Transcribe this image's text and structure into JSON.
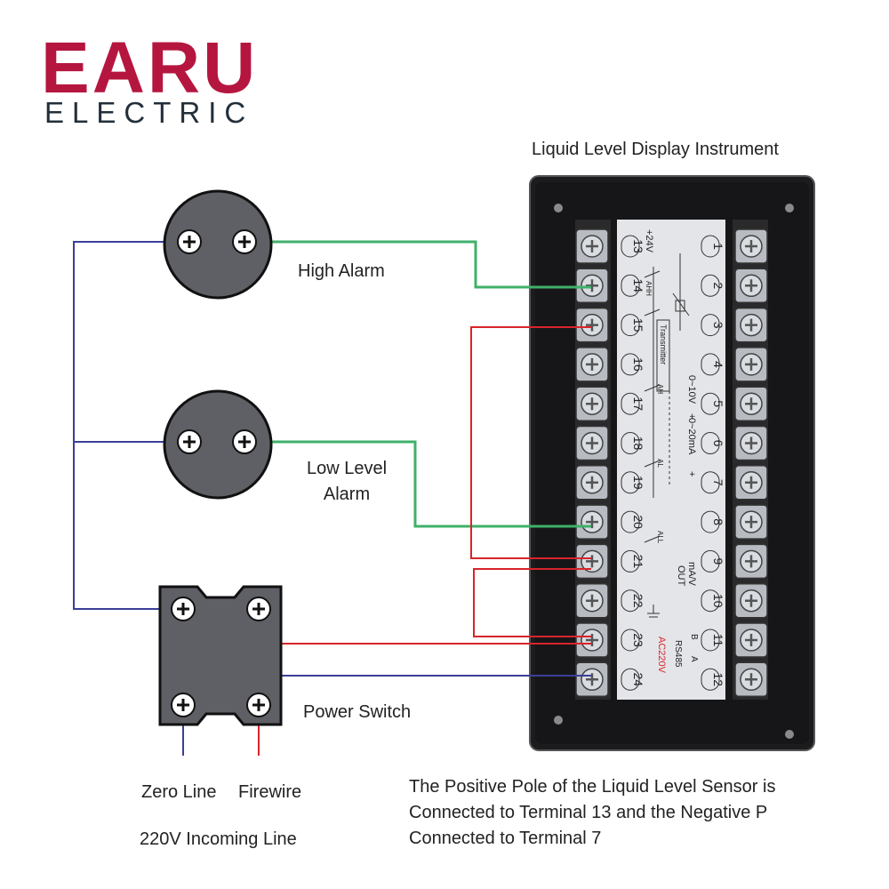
{
  "logo": {
    "brand": "EARU",
    "subtitle": "ELECTRIC"
  },
  "instrument": {
    "title": "Liquid Level Display Instrument",
    "left_terminals": [
      "13",
      "14",
      "15",
      "16",
      "17",
      "18",
      "19",
      "20",
      "21",
      "22",
      "23",
      "24"
    ],
    "right_terminals": [
      "1",
      "2",
      "3",
      "4",
      "5",
      "6",
      "7",
      "8",
      "9",
      "10",
      "11",
      "12"
    ],
    "panel_labels": {
      "plus_24v": "+24V",
      "ahh": "AHH",
      "transmitter": "Transmitter",
      "ah": "AH",
      "al": "AL",
      "all": "ALL",
      "v_0_10": "0~10V",
      "ma_0_20": "0~20mA",
      "plus_sign": "+",
      "ma_v": "mA/V",
      "out": "OUT",
      "ac220v": "AC220V",
      "rs485": "RS485",
      "b": "B",
      "a": "A"
    }
  },
  "labels": {
    "high_alarm": "High Alarm",
    "low_level_alarm_line1": "Low Level",
    "low_level_alarm_line2": "Alarm",
    "power_switch": "Power Switch",
    "zero_line": "Zero Line",
    "firewire": "Firewire",
    "incoming_line": "220V Incoming Line"
  },
  "note_lines": [
    "The Positive Pole of the Liquid Level Sensor is",
    "Connected to Terminal 13 and the Negative P",
    "Connected to Terminal 7"
  ],
  "colors": {
    "brand_red": "#b5163f",
    "wire_blue": "#3a3f98",
    "wire_green": "#3fb06a",
    "wire_red": "#d8242b"
  }
}
